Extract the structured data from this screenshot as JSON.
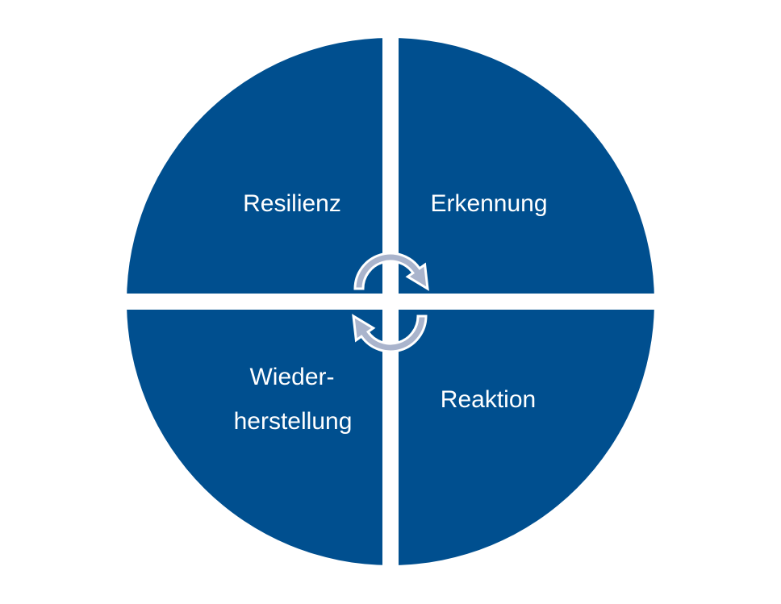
{
  "colors": {
    "quadrant": "#004f8f",
    "arrow_fill": "#aab4cc",
    "arrow_outline": "#ffffff",
    "background": "#ffffff"
  },
  "quadrants": [
    {
      "id": "top-left",
      "lines": [
        "Resilienz"
      ]
    },
    {
      "id": "top-right",
      "lines": [
        "Erkennung"
      ]
    },
    {
      "id": "bottom-right",
      "lines": [
        "Reaktion"
      ]
    },
    {
      "id": "bottom-left",
      "lines": [
        "Wieder-",
        "herstellung"
      ]
    }
  ],
  "icons": [
    "cycle-arrow-clockwise-top",
    "cycle-arrow-clockwise-bottom"
  ]
}
